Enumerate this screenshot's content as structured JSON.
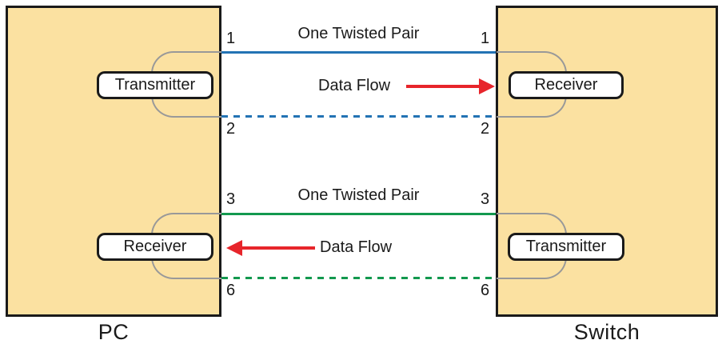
{
  "pc": {
    "label": "PC",
    "top_component": "Transmitter",
    "bottom_component": "Receiver"
  },
  "switch": {
    "label": "Switch",
    "top_component": "Receiver",
    "bottom_component": "Transmitter"
  },
  "top_pair": {
    "label": "One Twisted Pair",
    "flow_label": "Data Flow",
    "flow_direction": "right",
    "wire_style": "solid+dashed",
    "solid_pin_left": "1",
    "solid_pin_right": "1",
    "dashed_pin_left": "2",
    "dashed_pin_right": "2"
  },
  "bottom_pair": {
    "label": "One Twisted Pair",
    "flow_label": "Data Flow",
    "flow_direction": "left",
    "wire_style": "solid+dashed",
    "solid_pin_left": "3",
    "solid_pin_right": "3",
    "dashed_pin_left": "6",
    "dashed_pin_right": "6"
  },
  "colors": {
    "node_fill": "#FBE1A1",
    "outline": "#1A1A1A",
    "wire_blue": "#2373B4",
    "wire_green": "#12994E",
    "arrow_red": "#E7252B",
    "bracket_gray": "#999999"
  }
}
